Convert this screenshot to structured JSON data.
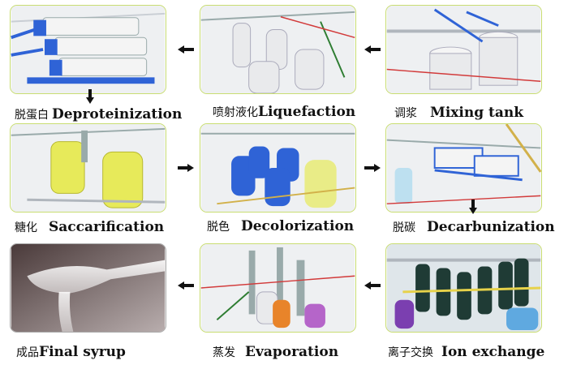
{
  "steps": [
    {
      "cn": "脱蛋白",
      "en": "Deproteinization"
    },
    {
      "cn": "喷射液化",
      "en": "Liquefaction"
    },
    {
      "cn": "调浆",
      "en": "Mixing tank"
    },
    {
      "cn": "糖化",
      "en": "Saccarification"
    },
    {
      "cn": "脱色",
      "en": "Decolorization"
    },
    {
      "cn": "脱碳",
      "en": "Decarbunization"
    },
    {
      "cn": "成品",
      "en": "Final syrup"
    },
    {
      "cn": "蒸发",
      "en": "Evaporation"
    },
    {
      "cn": "离子交换",
      "en": "Ion exchange"
    }
  ],
  "colors": {
    "border": "#c9dd72",
    "arrow": "#111111",
    "equipment_blue": "#2f63d6",
    "tank_yellow": "#e7ea5a",
    "tank_white": "#e9eaec",
    "pipe_red": "#d23a3a"
  }
}
